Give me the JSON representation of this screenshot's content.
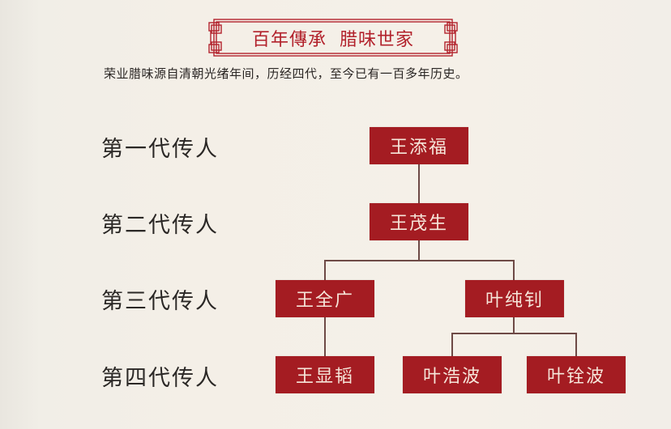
{
  "banner": {
    "title": "百年傳承  腊味世家",
    "color": "#b2222c"
  },
  "subtitle": "荣业腊味源自清朝光绪年间，历经四代，至今已有一百多年历史。",
  "generations": [
    {
      "label": "第一代传人"
    },
    {
      "label": "第二代传人"
    },
    {
      "label": "第三代传人"
    },
    {
      "label": "第四代传人"
    }
  ],
  "nodes": {
    "gen1": {
      "name": "王添福"
    },
    "gen2": {
      "name": "王茂生"
    },
    "gen3_left": {
      "name": "王全广"
    },
    "gen3_right": {
      "name": "叶纯钊"
    },
    "gen4_left": {
      "name": "王显韬"
    },
    "gen4_mid": {
      "name": "叶浩波"
    },
    "gen4_right": {
      "name": "叶铨波"
    }
  },
  "colors": {
    "node_bg": "#a41c22",
    "node_text": "#f6e6da",
    "connector": "#6e4a46",
    "background": "#f5f0e8"
  }
}
